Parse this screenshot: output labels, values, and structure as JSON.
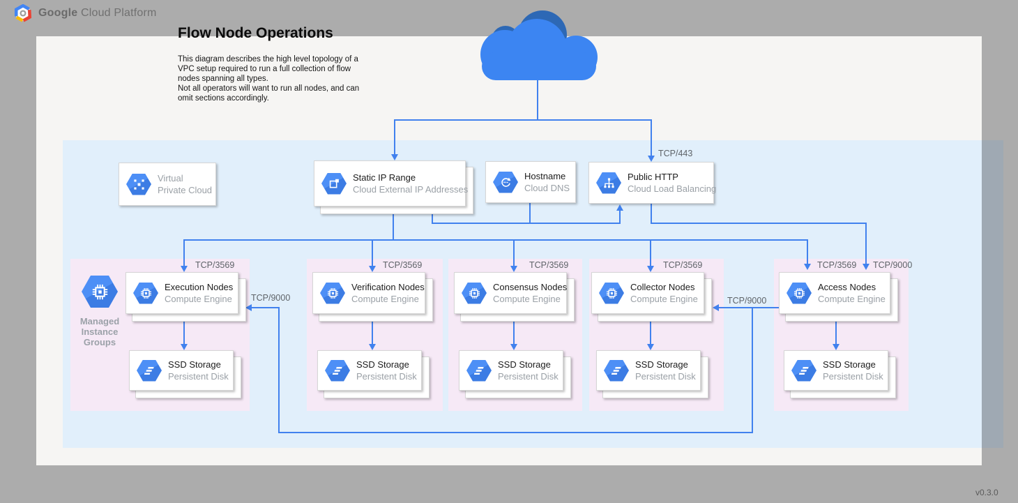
{
  "header": {
    "brand_bold": "Google",
    "brand_rest": " Cloud Platform"
  },
  "title": "Flow Node Operations",
  "description": "This diagram describes the high level topology of a VPC setup required to run a full collection of flow nodes spanning all types.\nNot all operators will want to run all nodes, and can omit sections accordingly.",
  "version": "v0.3.0",
  "colors": {
    "connector_blue": "#4181EE",
    "vpc_region": "#E1EFFB",
    "node_region_pink": "#F6E9F6",
    "icon_blue": "#4285F4",
    "cloud_blue": "#3C85F2",
    "cloud_dark_blue": "#2D68B5",
    "muted_text": "#9AA0A6"
  },
  "icons": [
    "gcp-logo-icon",
    "cloud-icon",
    "vpc-icon",
    "external-ip-icon",
    "cloud-dns-icon",
    "load-balancing-icon",
    "compute-engine-icon",
    "persistent-disk-icon",
    "managed-instance-groups-icon"
  ],
  "cards": {
    "vpc": {
      "title": "Virtual",
      "subtitle": "Private Cloud"
    },
    "static_ip": {
      "title": "Static IP Range",
      "subtitle": "Cloud External IP Addresses"
    },
    "hostname": {
      "title": "Hostname",
      "subtitle": "Cloud DNS"
    },
    "public_http": {
      "title": "Public HTTP",
      "subtitle": "Cloud Load Balancing"
    }
  },
  "mig_label": "Managed\nInstance\nGroups",
  "groups": [
    {
      "node_title": "Execution Nodes",
      "node_subtitle": "Compute Engine",
      "ssd_title": "SSD Storage",
      "ssd_subtitle": "Persistent Disk"
    },
    {
      "node_title": "Verification Nodes",
      "node_subtitle": "Compute Engine",
      "ssd_title": "SSD Storage",
      "ssd_subtitle": "Persistent Disk"
    },
    {
      "node_title": "Consensus Nodes",
      "node_subtitle": "Compute Engine",
      "ssd_title": "SSD Storage",
      "ssd_subtitle": "Persistent Disk"
    },
    {
      "node_title": "Collector Nodes",
      "node_subtitle": "Compute Engine",
      "ssd_title": "SSD Storage",
      "ssd_subtitle": "Persistent Disk"
    },
    {
      "node_title": "Access Nodes",
      "node_subtitle": "Compute Engine",
      "ssd_title": "SSD Storage",
      "ssd_subtitle": "Persistent Disk"
    }
  ],
  "port_labels": {
    "tcp443": "TCP/443",
    "tcp3569": "TCP/3569",
    "tcp9000": "TCP/9000"
  }
}
